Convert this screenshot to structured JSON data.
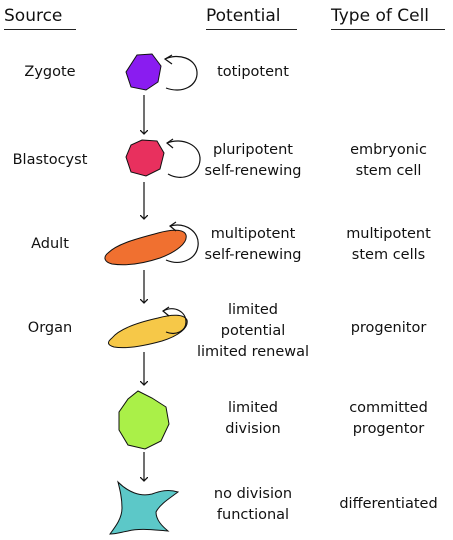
{
  "headers": {
    "source": "Source",
    "potential": "Potential",
    "type": "Type of Cell"
  },
  "rows": [
    {
      "source": "Zygote",
      "potential": [
        "totipotent"
      ],
      "type": [],
      "color": "#8a1cf0",
      "shape": "circle-icon"
    },
    {
      "source": "Blastocyst",
      "potential": [
        "pluripotent",
        "self-renewing"
      ],
      "type": [
        "embryonic",
        "stem cell"
      ],
      "color": "#e8305e",
      "shape": "circle-icon"
    },
    {
      "source": "Adult",
      "potential": [
        "multipotent",
        "self-renewing"
      ],
      "type": [
        "multipotent",
        "stem cells"
      ],
      "color": "#f07030",
      "shape": "elongated-cell-icon"
    },
    {
      "source": "Organ",
      "potential": [
        "limited",
        "potential",
        "limited renewal"
      ],
      "type": [
        "progenitor"
      ],
      "color": "#f6c848",
      "shape": "elongated-cell-icon"
    },
    {
      "source": "",
      "potential": [
        "limited",
        "division"
      ],
      "type": [
        "committed",
        "progentor"
      ],
      "color": "#aaf048",
      "shape": "blob-cell-icon"
    },
    {
      "source": "",
      "potential": [
        "no division",
        "functional"
      ],
      "type": [
        "differentiated"
      ],
      "color": "#5cc8c8",
      "shape": "star-cell-icon"
    }
  ]
}
